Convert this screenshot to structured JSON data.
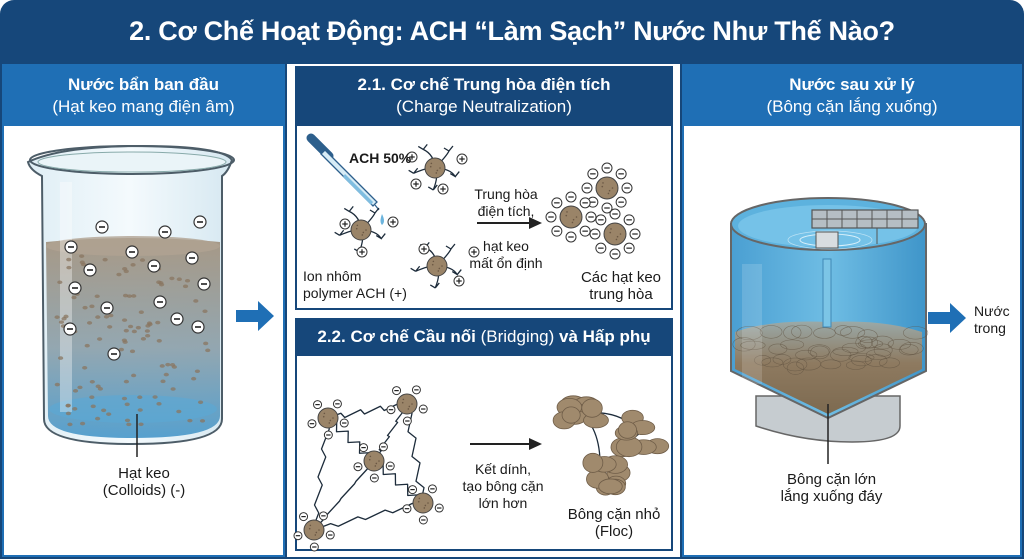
{
  "title": "2. Cơ Chế Hoạt Động: ACH “Làm Sạch” Nước Như Thế Nào?",
  "colors": {
    "frame": "#16477a",
    "panel_header": "#1f6fb5",
    "arrow": "#1f6fb5",
    "colloid": "#9a8468",
    "water": "#5fa9d6"
  },
  "left_panel": {
    "heading": "Nước bẩn ban đầu",
    "subheading": "(Hạt keo mang điện âm)",
    "callout_line1": "Hạt keo",
    "callout_line2": "(Colloids) (-)"
  },
  "middle_panel": {
    "section1": {
      "heading": "2.1. Cơ chế Trung hòa điện tích",
      "subheading": "(Charge Neutralization)",
      "dropper_label": "ACH 50%",
      "ion_label_line1": "Ion nhôm",
      "ion_label_line2": "polymer ACH (+)",
      "arrow_label_top_line1": "Trung hòa",
      "arrow_label_top_line2": "điện tích,",
      "arrow_label_bottom_line1": "hạt keo",
      "arrow_label_bottom_line2": "mất ổn định",
      "result_label_line1": "Các hạt keo",
      "result_label_line2": "trung hòa"
    },
    "section2": {
      "heading_bold1": "2.2. Cơ chế Cầu nối",
      "heading_normal": " (Bridging) ",
      "heading_bold2": "và Hấp phụ",
      "arrow_label_line1": "Kết dính,",
      "arrow_label_line2": "tạo bông cặn",
      "arrow_label_line3": "lớn hơn",
      "result_label_line1": "Bông cặn nhỏ",
      "result_label_line2": "(Floc)"
    }
  },
  "right_panel": {
    "heading": "Nước sau xử lý",
    "subheading": "(Bông cặn lắng xuống)",
    "callout_line1": "Bông cặn lớn",
    "callout_line2": "lắng xuống đáy",
    "output_line1": "Nước",
    "output_line2": "trong"
  },
  "icons": {
    "beaker": "beaker-icon",
    "dropper": "dropper-icon",
    "clarifier": "clarifier-tank-icon",
    "flow_arrow": "arrow-right-icon"
  }
}
